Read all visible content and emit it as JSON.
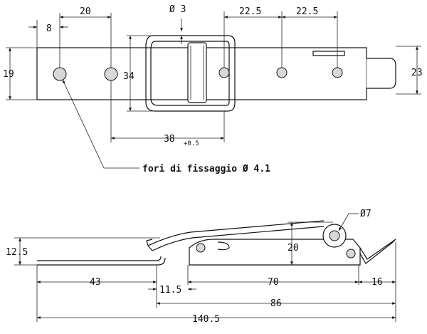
{
  "top_view": {
    "dim_8": "8",
    "dim_20": "20",
    "dim_hole_diam": "Ø 3",
    "dim_22_5_a": "22.5",
    "dim_22_5_b": "22.5",
    "dim_19": "19",
    "dim_34": "34",
    "dim_23": "23",
    "dim_38": "38",
    "dim_tolerance": "+0.5",
    "note_fixing_holes": "fori di fissaggio Ø 4.1"
  },
  "side_view": {
    "dim_pin_diam": "Ø7",
    "dim_12_5": "12.5",
    "dim_20": "20",
    "dim_43": "43",
    "dim_11_5": "11.5",
    "dim_70": "70",
    "dim_16": "16",
    "dim_86": "86",
    "dim_140_5": "140.5"
  }
}
